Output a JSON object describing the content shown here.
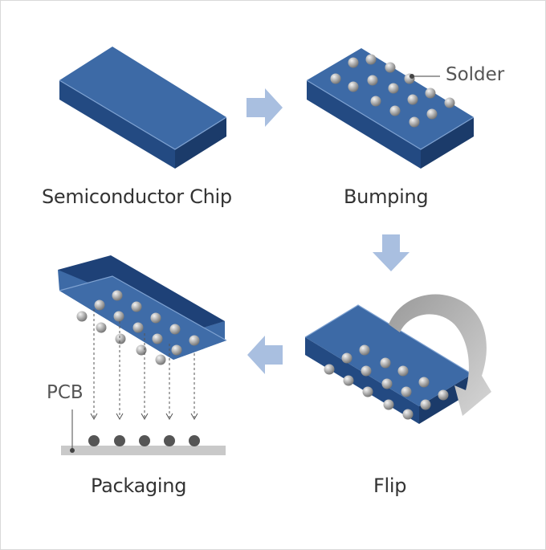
{
  "steps": [
    {
      "id": "chip",
      "caption": "Semiconductor Chip"
    },
    {
      "id": "bumping",
      "caption": "Bumping"
    },
    {
      "id": "flip",
      "caption": "Flip"
    },
    {
      "id": "packaging",
      "caption": "Packaging"
    }
  ],
  "callouts": {
    "solder": "Solder",
    "pcb": "PCB"
  },
  "colors": {
    "chip_top": "#3d6aa6",
    "chip_front": "#234a82",
    "chip_side": "#1b3b6a",
    "arrow": "#a9bfe0",
    "rotate_arrow": "#b5b5b5",
    "solder_ball": "#9a9a9a",
    "pcb": "#c9c9c9"
  }
}
